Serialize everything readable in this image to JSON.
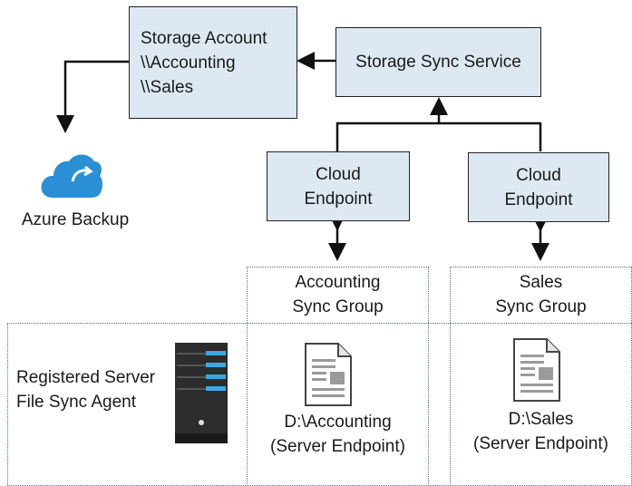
{
  "storage_account": {
    "lines": [
      "Storage Account",
      "\\\\Accounting",
      "\\\\Sales"
    ]
  },
  "storage_sync_service": {
    "label": "Storage Sync Service"
  },
  "cloud_endpoint_accounting": {
    "lines": [
      "Cloud",
      "Endpoint"
    ]
  },
  "cloud_endpoint_sales": {
    "lines": [
      "Cloud",
      "Endpoint"
    ]
  },
  "azure_backup": {
    "label": "Azure Backup"
  },
  "accounting_group": {
    "lines": [
      "Accounting",
      "Sync Group"
    ]
  },
  "sales_group": {
    "lines": [
      "Sales",
      "Sync Group"
    ]
  },
  "registered_server": {
    "lines": [
      "Registered Server",
      "File Sync Agent"
    ]
  },
  "accounting_endpoint": {
    "lines": [
      "D:\\Accounting",
      "(Server Endpoint)"
    ]
  },
  "sales_endpoint": {
    "lines": [
      "D:\\Sales",
      "(Server Endpoint)"
    ]
  },
  "colors": {
    "box_fill": "#dde8f3",
    "border": "#222222",
    "dotted": "#4a6f93",
    "cloud": "#2b8fd6",
    "server_accent": "#3fa7e0"
  },
  "icons": [
    "azure-cloud-icon",
    "server-tower-icon",
    "document-icon"
  ]
}
